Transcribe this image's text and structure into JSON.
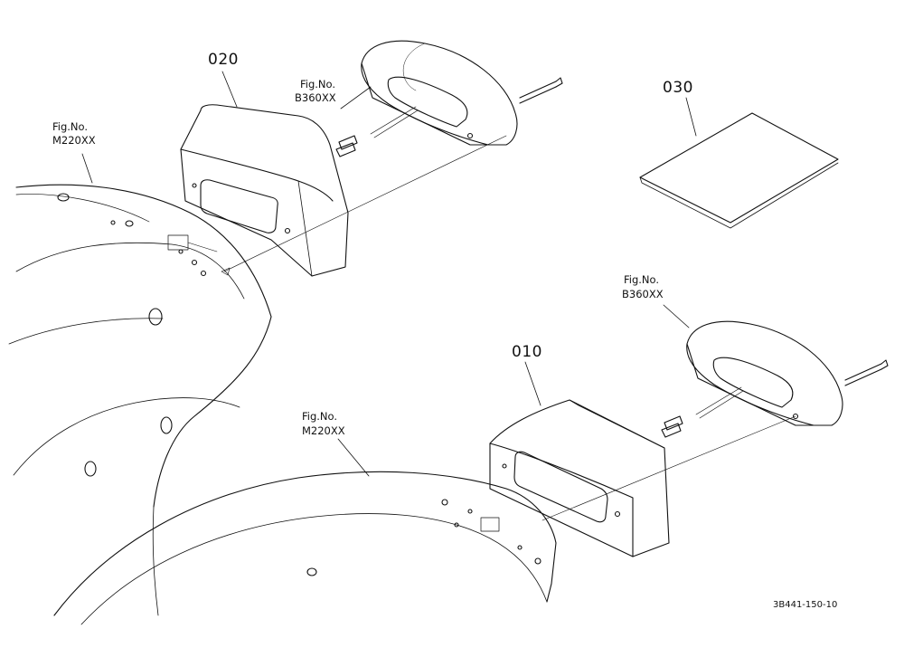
{
  "labels": {
    "part_020": "020",
    "part_030": "030",
    "part_010": "010",
    "fig_top_b_title": "Fig.No.",
    "fig_top_b_no": "B360XX",
    "fig_top_m_title": "Fig.No.",
    "fig_top_m_no": "M220XX",
    "fig_right_b_title": "Fig.No.",
    "fig_right_b_no": "B360XX",
    "fig_bottom_m_title": "Fig.No.",
    "fig_bottom_m_no": "M220XX",
    "drawing_code": "3B441-150-10"
  },
  "colors": {
    "line": "#111111",
    "background": "#ffffff"
  }
}
